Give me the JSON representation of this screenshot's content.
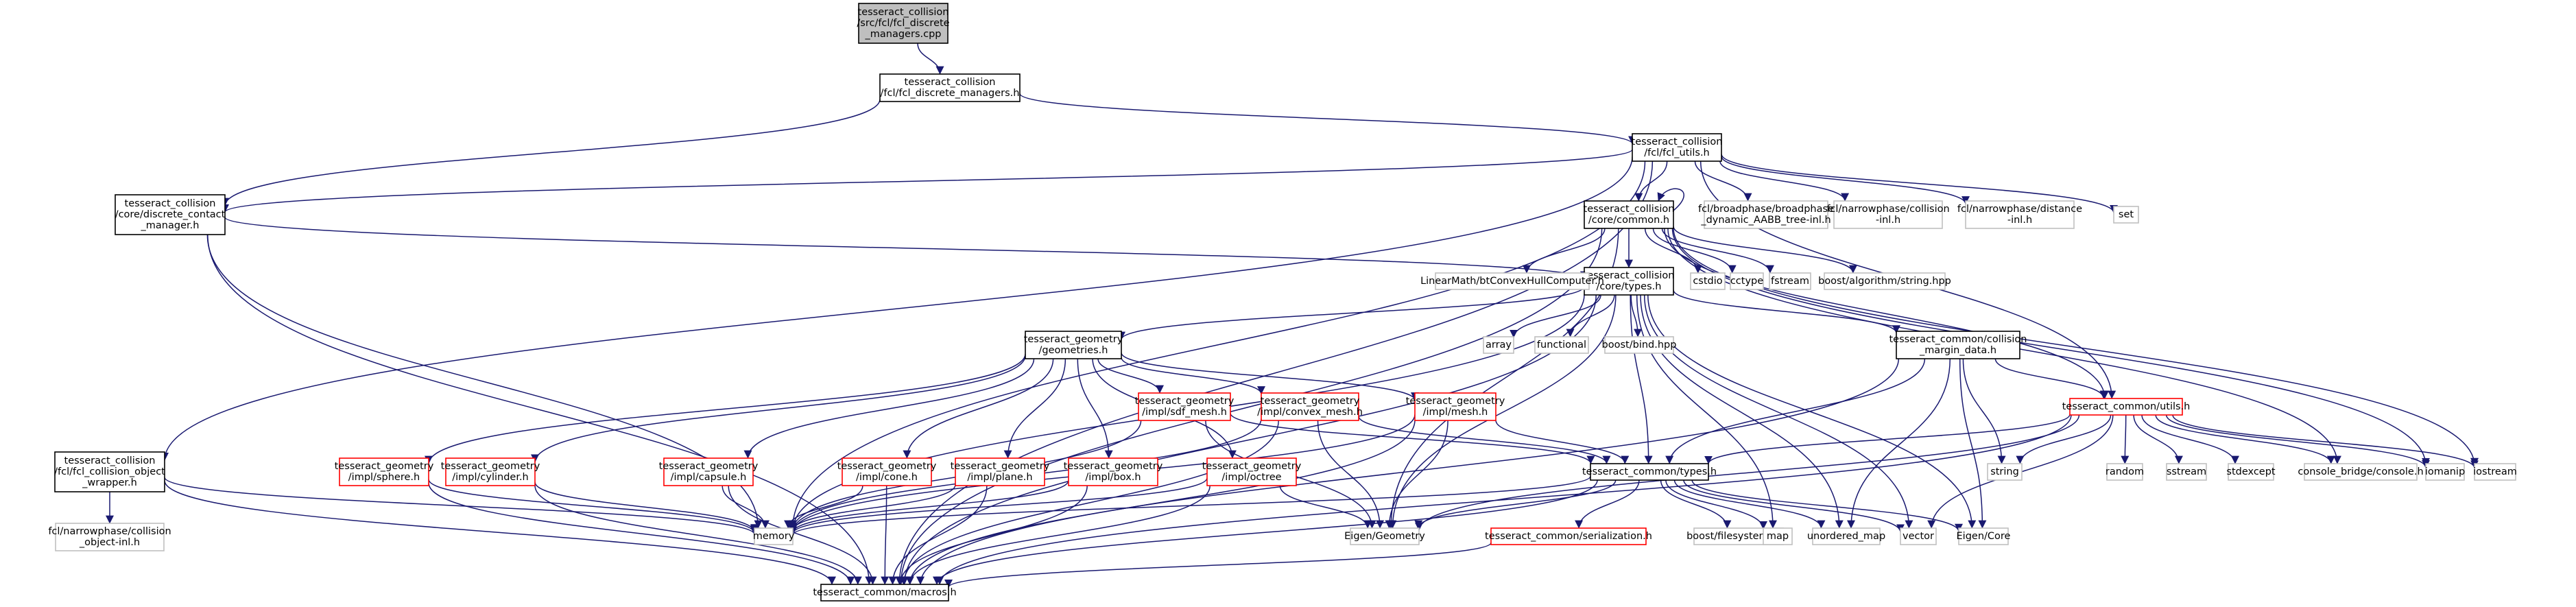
{
  "colors": {
    "edge": "#191970",
    "root_fill": "#bfbfbf",
    "border_black": "#000000",
    "border_red": "#ff0000",
    "border_gray": "#bfbfbf",
    "text": "#000000"
  },
  "nodes": [
    {
      "id": "root",
      "lines": [
        "tesseract_collision",
        "/src/fcl/fcl_discrete",
        "_managers.cpp"
      ],
      "style": "root"
    },
    {
      "id": "fdm",
      "lines": [
        "tesseract_collision",
        "/fcl/fcl_discrete_managers.h"
      ],
      "style": "black"
    },
    {
      "id": "futils",
      "lines": [
        "tesseract_collision",
        "/fcl/fcl_utils.h"
      ],
      "style": "black"
    },
    {
      "id": "dcm",
      "lines": [
        "tesseract_collision",
        "/core/discrete_contact",
        "_manager.h"
      ],
      "style": "black"
    },
    {
      "id": "ccommon",
      "lines": [
        "tesseract_collision",
        "/core/common.h"
      ],
      "style": "black"
    },
    {
      "id": "bp",
      "lines": [
        "fcl/broadphase/broadphase",
        "_dynamic_AABB_tree-inl.h"
      ],
      "style": "gray"
    },
    {
      "id": "npc",
      "lines": [
        "fcl/narrowphase/collision",
        "-inl.h"
      ],
      "style": "gray"
    },
    {
      "id": "npd",
      "lines": [
        "fcl/narrowphase/distance",
        "-inl.h"
      ],
      "style": "gray"
    },
    {
      "id": "set",
      "lines": [
        "set"
      ],
      "style": "gray"
    },
    {
      "id": "ctypes",
      "lines": [
        "tesseract_collision",
        "/core/types.h"
      ],
      "style": "black"
    },
    {
      "id": "lm",
      "lines": [
        "LinearMath/btConvexHullComputer.h"
      ],
      "style": "gray"
    },
    {
      "id": "cstdio",
      "lines": [
        "cstdio"
      ],
      "style": "gray"
    },
    {
      "id": "cctype",
      "lines": [
        "cctype"
      ],
      "style": "gray"
    },
    {
      "id": "fstream",
      "lines": [
        "fstream"
      ],
      "style": "gray"
    },
    {
      "id": "balg",
      "lines": [
        "boost/algorithm/string.hpp"
      ],
      "style": "gray"
    },
    {
      "id": "geoms",
      "lines": [
        "tesseract_geometry",
        "/geometries.h"
      ],
      "style": "black"
    },
    {
      "id": "array",
      "lines": [
        "array"
      ],
      "style": "gray"
    },
    {
      "id": "functional",
      "lines": [
        "functional"
      ],
      "style": "gray"
    },
    {
      "id": "bbind",
      "lines": [
        "boost/bind.hpp"
      ],
      "style": "gray"
    },
    {
      "id": "cmd",
      "lines": [
        "tesseract_common/collision",
        "_margin_data.h"
      ],
      "style": "black"
    },
    {
      "id": "sdf",
      "lines": [
        "tesseract_geometry",
        "/impl/sdf_mesh.h"
      ],
      "style": "red"
    },
    {
      "id": "cmesh",
      "lines": [
        "tesseract_geometry",
        "/impl/convex_mesh.h"
      ],
      "style": "red"
    },
    {
      "id": "mesh",
      "lines": [
        "tesseract_geometry",
        "/impl/mesh.h"
      ],
      "style": "red"
    },
    {
      "id": "cutils",
      "lines": [
        "tesseract_common/utils.h"
      ],
      "style": "red"
    },
    {
      "id": "sphere",
      "lines": [
        "tesseract_geometry",
        "/impl/sphere.h"
      ],
      "style": "red"
    },
    {
      "id": "cylinder",
      "lines": [
        "tesseract_geometry",
        "/impl/cylinder.h"
      ],
      "style": "red"
    },
    {
      "id": "capsule",
      "lines": [
        "tesseract_geometry",
        "/impl/capsule.h"
      ],
      "style": "red"
    },
    {
      "id": "cone",
      "lines": [
        "tesseract_geometry",
        "/impl/cone.h"
      ],
      "style": "red"
    },
    {
      "id": "plane",
      "lines": [
        "tesseract_geometry",
        "/impl/plane.h"
      ],
      "style": "red"
    },
    {
      "id": "box",
      "lines": [
        "tesseract_geometry",
        "/impl/box.h"
      ],
      "style": "red"
    },
    {
      "id": "octree",
      "lines": [
        "tesseract_geometry",
        "/impl/octree"
      ],
      "style": "red"
    },
    {
      "id": "ctypesh",
      "lines": [
        "tesseract_common/types.h"
      ],
      "style": "black"
    },
    {
      "id": "string",
      "lines": [
        "string"
      ],
      "style": "gray"
    },
    {
      "id": "random",
      "lines": [
        "random"
      ],
      "style": "gray"
    },
    {
      "id": "sstream",
      "lines": [
        "sstream"
      ],
      "style": "gray"
    },
    {
      "id": "stdexcept",
      "lines": [
        "stdexcept"
      ],
      "style": "gray"
    },
    {
      "id": "cb",
      "lines": [
        "console_bridge/console.h"
      ],
      "style": "gray"
    },
    {
      "id": "iomanip",
      "lines": [
        "iomanip"
      ],
      "style": "gray"
    },
    {
      "id": "iostream",
      "lines": [
        "iostream"
      ],
      "style": "gray"
    },
    {
      "id": "fcow",
      "lines": [
        "tesseract_collision",
        "/fcl/fcl_collision_object",
        "_wrapper.h"
      ],
      "style": "black"
    },
    {
      "id": "fcoi",
      "lines": [
        "fcl/narrowphase/collision",
        "_object-inl.h"
      ],
      "style": "gray"
    },
    {
      "id": "memory",
      "lines": [
        "memory"
      ],
      "style": "gray"
    },
    {
      "id": "egeom",
      "lines": [
        "Eigen/Geometry"
      ],
      "style": "gray"
    },
    {
      "id": "ser",
      "lines": [
        "tesseract_common/serialization.h"
      ],
      "style": "red"
    },
    {
      "id": "bfs",
      "lines": [
        "boost/filesystem.hpp"
      ],
      "style": "gray"
    },
    {
      "id": "map",
      "lines": [
        "map"
      ],
      "style": "gray"
    },
    {
      "id": "umap",
      "lines": [
        "unordered_map"
      ],
      "style": "gray"
    },
    {
      "id": "vector",
      "lines": [
        "vector"
      ],
      "style": "gray"
    },
    {
      "id": "ecore",
      "lines": [
        "Eigen/Core"
      ],
      "style": "gray"
    },
    {
      "id": "macros",
      "lines": [
        "tesseract_common/macros.h"
      ],
      "style": "black"
    }
  ],
  "edges": [
    [
      "root",
      "fdm"
    ],
    [
      "fdm",
      "futils"
    ],
    [
      "fdm",
      "dcm"
    ],
    [
      "futils",
      "ccommon"
    ],
    [
      "futils",
      "bp"
    ],
    [
      "futils",
      "npc"
    ],
    [
      "futils",
      "npd"
    ],
    [
      "futils",
      "set"
    ],
    [
      "futils",
      "fcow"
    ],
    [
      "futils",
      "memory"
    ],
    [
      "futils",
      "macros"
    ],
    [
      "futils",
      "cutils"
    ],
    [
      "futils",
      "dcm"
    ],
    [
      "dcm",
      "ctypes"
    ],
    [
      "dcm",
      "memory"
    ],
    [
      "dcm",
      "macros"
    ],
    [
      "ccommon",
      "ctypes"
    ],
    [
      "ccommon",
      "lm"
    ],
    [
      "ccommon",
      "cstdio"
    ],
    [
      "ccommon",
      "cctype"
    ],
    [
      "ccommon",
      "fstream"
    ],
    [
      "ccommon",
      "balg"
    ],
    [
      "ccommon",
      "egeom"
    ],
    [
      "ccommon",
      "macros"
    ],
    [
      "ccommon",
      "cutils"
    ],
    [
      "ccommon",
      "cb"
    ],
    [
      "ccommon",
      "iomanip"
    ],
    [
      "ccommon",
      "iostream"
    ],
    [
      "ccommon",
      "ccommon"
    ],
    [
      "ctypes",
      "geoms"
    ],
    [
      "ctypes",
      "array"
    ],
    [
      "ctypes",
      "functional"
    ],
    [
      "ctypes",
      "bbind"
    ],
    [
      "ctypes",
      "cmd"
    ],
    [
      "ctypes",
      "ctypesh"
    ],
    [
      "ctypes",
      "egeom"
    ],
    [
      "ctypes",
      "map"
    ],
    [
      "ctypes",
      "umap"
    ],
    [
      "ctypes",
      "vector"
    ],
    [
      "ctypes",
      "ecore"
    ],
    [
      "ctypes",
      "memory"
    ],
    [
      "ctypes",
      "macros"
    ],
    [
      "geoms",
      "sdf"
    ],
    [
      "geoms",
      "cmesh"
    ],
    [
      "geoms",
      "mesh"
    ],
    [
      "geoms",
      "sphere"
    ],
    [
      "geoms",
      "cylinder"
    ],
    [
      "geoms",
      "capsule"
    ],
    [
      "geoms",
      "cone"
    ],
    [
      "geoms",
      "plane"
    ],
    [
      "geoms",
      "box"
    ],
    [
      "geoms",
      "octree"
    ],
    [
      "cmd",
      "cutils"
    ],
    [
      "cmd",
      "ctypesh"
    ],
    [
      "cmd",
      "string"
    ],
    [
      "cmd",
      "umap"
    ],
    [
      "cmd",
      "ecore"
    ],
    [
      "cmd",
      "macros"
    ],
    [
      "cutils",
      "ctypesh"
    ],
    [
      "cutils",
      "string"
    ],
    [
      "cutils",
      "random"
    ],
    [
      "cutils",
      "sstream"
    ],
    [
      "cutils",
      "stdexcept"
    ],
    [
      "cutils",
      "cb"
    ],
    [
      "cutils",
      "iomanip"
    ],
    [
      "cutils",
      "iostream"
    ],
    [
      "cutils",
      "vector"
    ],
    [
      "cutils",
      "egeom"
    ],
    [
      "cutils",
      "macros"
    ],
    [
      "sdf",
      "ctypesh"
    ],
    [
      "sdf",
      "memory"
    ],
    [
      "sdf",
      "egeom"
    ],
    [
      "cmesh",
      "ctypesh"
    ],
    [
      "cmesh",
      "memory"
    ],
    [
      "cmesh",
      "egeom"
    ],
    [
      "cmesh",
      "macros"
    ],
    [
      "mesh",
      "ctypesh"
    ],
    [
      "mesh",
      "memory"
    ],
    [
      "mesh",
      "egeom"
    ],
    [
      "mesh",
      "macros"
    ],
    [
      "sphere",
      "memory"
    ],
    [
      "sphere",
      "macros"
    ],
    [
      "cylinder",
      "memory"
    ],
    [
      "cylinder",
      "macros"
    ],
    [
      "capsule",
      "memory"
    ],
    [
      "capsule",
      "macros"
    ],
    [
      "cone",
      "memory"
    ],
    [
      "cone",
      "macros"
    ],
    [
      "plane",
      "memory"
    ],
    [
      "plane",
      "macros"
    ],
    [
      "box",
      "memory"
    ],
    [
      "box",
      "macros"
    ],
    [
      "octree",
      "memory"
    ],
    [
      "octree",
      "egeom"
    ],
    [
      "octree",
      "macros"
    ],
    [
      "ctypesh",
      "memory"
    ],
    [
      "ctypesh",
      "egeom"
    ],
    [
      "ctypesh",
      "ser"
    ],
    [
      "ctypesh",
      "bfs"
    ],
    [
      "ctypesh",
      "map"
    ],
    [
      "ctypesh",
      "umap"
    ],
    [
      "ctypesh",
      "vector"
    ],
    [
      "ctypesh",
      "ecore"
    ],
    [
      "ctypesh",
      "macros"
    ],
    [
      "ser",
      "macros"
    ],
    [
      "fcow",
      "fcoi"
    ],
    [
      "fcow",
      "memory"
    ],
    [
      "fcow",
      "macros"
    ]
  ]
}
